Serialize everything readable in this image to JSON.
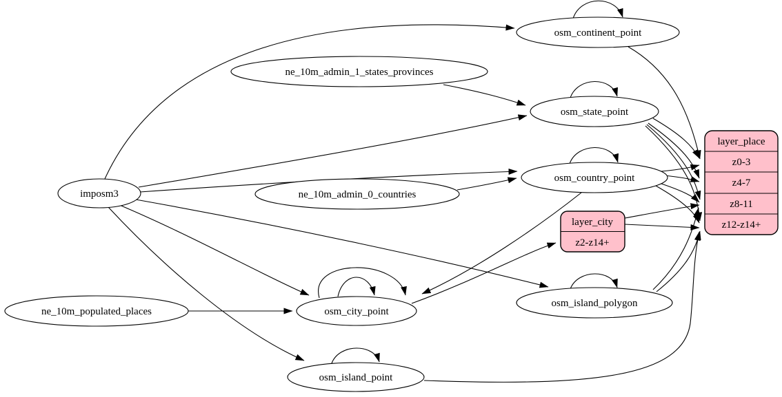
{
  "diagram": {
    "kind": "etl-graph",
    "colors": {
      "record_fill": "#ffc0cb",
      "node_fill": "#ffffff",
      "stroke": "#000000",
      "background": "#ffffff"
    },
    "nodes": {
      "imposm3": {
        "label": "imposm3",
        "type": "ellipse"
      },
      "ne_10m_admin_1_states_provinces": {
        "label": "ne_10m_admin_1_states_provinces",
        "type": "ellipse"
      },
      "ne_10m_admin_0_countries": {
        "label": "ne_10m_admin_0_countries",
        "type": "ellipse"
      },
      "ne_10m_populated_places": {
        "label": "ne_10m_populated_places",
        "type": "ellipse"
      },
      "osm_continent_point": {
        "label": "osm_continent_point",
        "type": "ellipse"
      },
      "osm_state_point": {
        "label": "osm_state_point",
        "type": "ellipse"
      },
      "osm_country_point": {
        "label": "osm_country_point",
        "type": "ellipse"
      },
      "osm_city_point": {
        "label": "osm_city_point",
        "type": "ellipse"
      },
      "osm_island_polygon": {
        "label": "osm_island_polygon",
        "type": "ellipse"
      },
      "osm_island_point": {
        "label": "osm_island_point",
        "type": "ellipse"
      },
      "layer_city": {
        "label": "layer_city",
        "type": "record",
        "rows": [
          "z2-z14+"
        ]
      },
      "layer_place": {
        "label": "layer_place",
        "type": "record",
        "rows": [
          "z0-3",
          "z4-7",
          "z8-11",
          "z12-z14+"
        ]
      }
    },
    "edges": [
      {
        "from": "imposm3",
        "to": "osm_continent_point"
      },
      {
        "from": "imposm3",
        "to": "osm_state_point"
      },
      {
        "from": "imposm3",
        "to": "osm_country_point"
      },
      {
        "from": "imposm3",
        "to": "osm_city_point"
      },
      {
        "from": "imposm3",
        "to": "osm_island_polygon"
      },
      {
        "from": "imposm3",
        "to": "osm_island_point"
      },
      {
        "from": "ne_10m_admin_1_states_provinces",
        "to": "osm_state_point"
      },
      {
        "from": "ne_10m_admin_0_countries",
        "to": "osm_country_point"
      },
      {
        "from": "ne_10m_populated_places",
        "to": "osm_city_point"
      },
      {
        "from": "osm_continent_point",
        "to": "osm_continent_point",
        "self": true
      },
      {
        "from": "osm_state_point",
        "to": "osm_state_point",
        "self": true
      },
      {
        "from": "osm_country_point",
        "to": "osm_country_point",
        "self": true
      },
      {
        "from": "osm_city_point",
        "to": "osm_city_point",
        "self": true
      },
      {
        "from": "osm_city_point",
        "to": "osm_city_point",
        "self": true
      },
      {
        "from": "osm_island_polygon",
        "to": "osm_island_polygon",
        "self": true
      },
      {
        "from": "osm_island_point",
        "to": "osm_island_point",
        "self": true
      },
      {
        "from": "osm_country_point",
        "to": "osm_city_point"
      },
      {
        "from": "osm_continent_point",
        "to": "layer_place",
        "port": "z0-3"
      },
      {
        "from": "osm_state_point",
        "to": "layer_place",
        "port": "z0-3"
      },
      {
        "from": "osm_state_point",
        "to": "layer_place",
        "port": "z4-7"
      },
      {
        "from": "osm_state_point",
        "to": "layer_place",
        "port": "z8-11"
      },
      {
        "from": "osm_state_point",
        "to": "layer_place",
        "port": "z12-z14+"
      },
      {
        "from": "osm_country_point",
        "to": "layer_place",
        "port": "z0-3"
      },
      {
        "from": "osm_country_point",
        "to": "layer_place",
        "port": "z4-7"
      },
      {
        "from": "osm_country_point",
        "to": "layer_place",
        "port": "z8-11"
      },
      {
        "from": "osm_country_point",
        "to": "layer_place",
        "port": "z12-z14+"
      },
      {
        "from": "osm_city_point",
        "to": "layer_city",
        "port": "z2-z14+"
      },
      {
        "from": "layer_city",
        "to": "layer_place",
        "port": "z8-11"
      },
      {
        "from": "layer_city",
        "to": "layer_place",
        "port": "z12-z14+"
      },
      {
        "from": "osm_island_polygon",
        "to": "layer_place",
        "port": "z8-11"
      },
      {
        "from": "osm_island_polygon",
        "to": "layer_place",
        "port": "z12-z14+"
      },
      {
        "from": "osm_island_point",
        "to": "layer_place",
        "port": "z12-z14+"
      }
    ]
  }
}
